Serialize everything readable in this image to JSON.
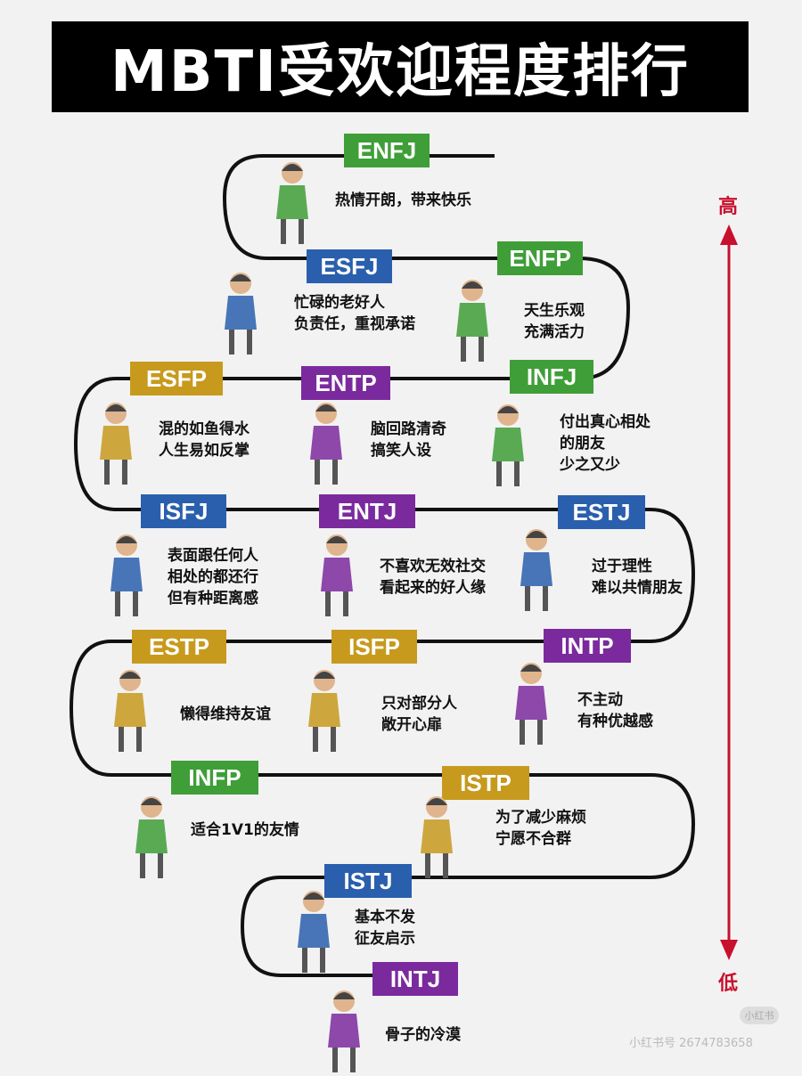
{
  "title": "MBTI受欢迎程度排行",
  "scale": {
    "high": "高",
    "low": "低"
  },
  "watermark": {
    "logo": "小红书",
    "text": "小红书号 2674783658"
  },
  "colors": {
    "green": "#3f9e38",
    "blue": "#2a5fae",
    "purple": "#7b2a9e",
    "gold": "#c79a1e",
    "red": "#c8102e"
  },
  "types": [
    {
      "code": "ENFJ",
      "color": "#3f9e38",
      "lines": [
        "热情开朗，带来快乐"
      ]
    },
    {
      "code": "ESFJ",
      "color": "#2a5fae",
      "lines": [
        "忙碌的老好人",
        "负责任，重视承诺"
      ]
    },
    {
      "code": "ENFP",
      "color": "#3f9e38",
      "lines": [
        "天生乐观",
        "充满活力"
      ]
    },
    {
      "code": "ESFP",
      "color": "#c79a1e",
      "lines": [
        "混的如鱼得水",
        "人生易如反掌"
      ]
    },
    {
      "code": "ENTP",
      "color": "#7b2a9e",
      "lines": [
        "脑回路清奇",
        "搞笑人设"
      ]
    },
    {
      "code": "INFJ",
      "color": "#3f9e38",
      "lines": [
        "付出真心相处",
        "的朋友",
        "少之又少"
      ]
    },
    {
      "code": "ISFJ",
      "color": "#2a5fae",
      "lines": [
        "表面跟任何人",
        "相处的都还行",
        "但有种距离感"
      ]
    },
    {
      "code": "ENTJ",
      "color": "#7b2a9e",
      "lines": [
        "不喜欢无效社交",
        "看起来的好人缘"
      ]
    },
    {
      "code": "ESTJ",
      "color": "#2a5fae",
      "lines": [
        "过于理性",
        "难以共情朋友"
      ]
    },
    {
      "code": "ESTP",
      "color": "#c79a1e",
      "lines": [
        "懒得维持友谊"
      ]
    },
    {
      "code": "ISFP",
      "color": "#c79a1e",
      "lines": [
        "只对部分人",
        "敞开心扉"
      ]
    },
    {
      "code": "INTP",
      "color": "#7b2a9e",
      "lines": [
        "不主动",
        "有种优越感"
      ]
    },
    {
      "code": "INFP",
      "color": "#3f9e38",
      "lines": [
        "适合1V1的友情"
      ]
    },
    {
      "code": "ISTP",
      "color": "#c79a1e",
      "lines": [
        "为了减少麻烦",
        "宁愿不合群"
      ]
    },
    {
      "code": "ISTJ",
      "color": "#2a5fae",
      "lines": [
        "基本不发",
        "征友启示"
      ]
    },
    {
      "code": "INTJ",
      "color": "#7b2a9e",
      "lines": [
        "骨子的冷漠"
      ]
    }
  ]
}
